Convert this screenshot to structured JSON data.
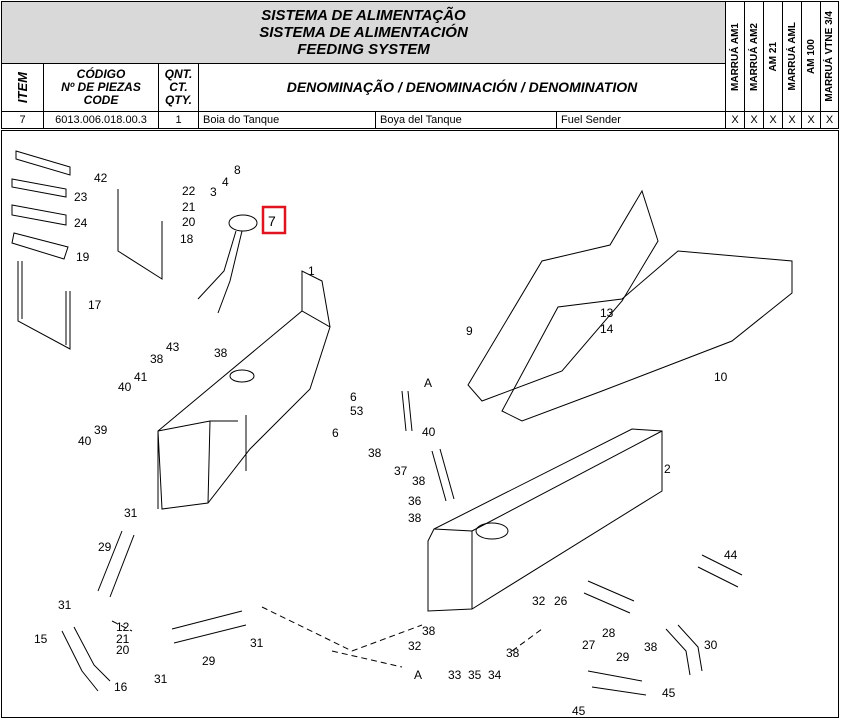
{
  "header": {
    "title_lines": [
      "SISTEMA DE ALIMENTAÇÃO",
      "SISTEMA DE ALIMENTACIÓN",
      "FEEDING SYSTEM"
    ],
    "col_item": "ITEM",
    "col_code": [
      "CÓDIGO",
      "Nº DE PIEZAS",
      "CODE"
    ],
    "col_qty": [
      "QNT.",
      "CT.",
      "QTY."
    ],
    "col_denom": "DENOMINAÇÃO / DENOMINACIÓN / DENOMINATION",
    "models": [
      "MARRUÁ AM1",
      "MARRUÁ AM2",
      "AM 21",
      "MARRUÁ AML",
      "AM 100",
      "MARRUÁ VTNE 3/4"
    ]
  },
  "row": {
    "item": "7",
    "code": "6013.006.018.00.3",
    "qty": "1",
    "name_pt": "Boia do Tanque",
    "name_es": "Boya del Tanque",
    "name_en": "Fuel Sender",
    "marks": [
      "X",
      "X",
      "X",
      "X",
      "X",
      "X"
    ]
  },
  "diagram": {
    "highlight_color": "#e0141e",
    "highlighted_callout": "7",
    "callouts": [
      "42",
      "23",
      "24",
      "19",
      "17",
      "22",
      "21",
      "20",
      "18",
      "8",
      "4",
      "3",
      "7",
      "1",
      "43",
      "38",
      "41",
      "40",
      "39",
      "40",
      "6",
      "53",
      "38",
      "A",
      "40",
      "6",
      "38",
      "37",
      "38",
      "36",
      "38",
      "13",
      "14",
      "9",
      "10",
      "2",
      "31",
      "29",
      "31",
      "12",
      "21",
      "20",
      "15",
      "16",
      "31",
      "29",
      "31",
      "38",
      "32",
      "A",
      "33",
      "35",
      "34",
      "32",
      "38",
      "26",
      "28",
      "27",
      "29",
      "38",
      "30",
      "45",
      "45",
      "44"
    ]
  }
}
